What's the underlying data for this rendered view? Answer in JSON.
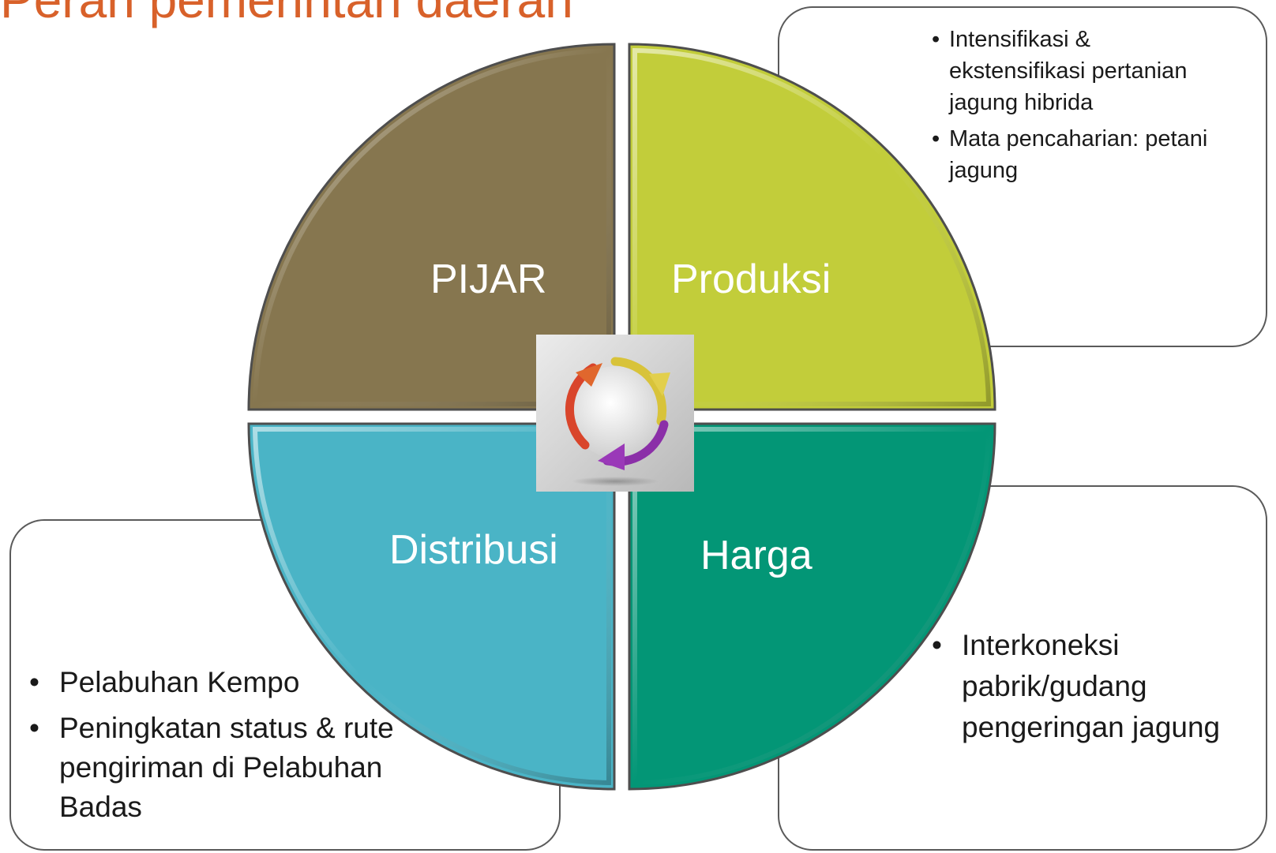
{
  "title": "Peran pemerintah daerah",
  "quadrants": {
    "top_left": {
      "label": "PIJAR",
      "color": "#86764f"
    },
    "top_right": {
      "label": "Produksi",
      "color": "#c2cd3a"
    },
    "bottom_left": {
      "label": "Distribusi",
      "color": "#4ab4c6"
    },
    "bottom_right": {
      "label": "Harga",
      "color": "#039676"
    }
  },
  "produksi_points": [
    "Intensifikasi & ekstensifikasi pertanian jagung hibrida",
    "Mata pencaharian: petani jagung"
  ],
  "distribusi_points": [
    "Pelabuhan Kempo",
    "Peningkatan status & rute pengiriman di Pelabuhan Badas"
  ],
  "harga_points": [
    "Interkoneksi pabrik/gudang pengeringan jagung"
  ],
  "center_icon": "cycle-arrows-icon",
  "colors": {
    "title": "#d8612a",
    "callout_border": "#5a5a5a",
    "arrow_red": "#d9452b",
    "arrow_yellow": "#d8c33a",
    "arrow_purple": "#8b2fa8"
  }
}
